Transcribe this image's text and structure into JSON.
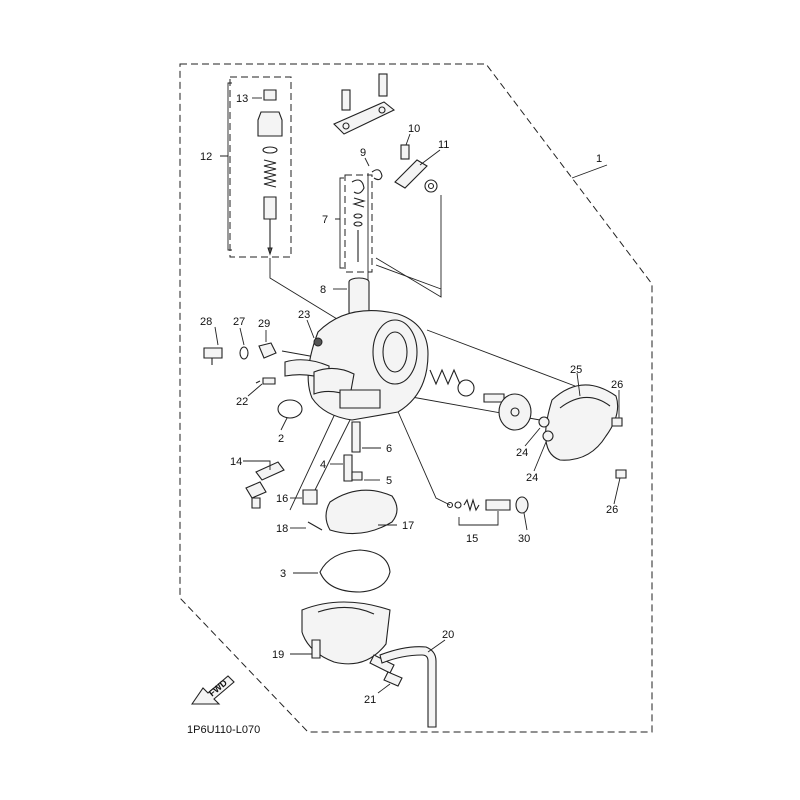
{
  "diagram_code": "1P6U110-L070",
  "fwd_label": "FWD",
  "callouts": [
    {
      "id": "c1",
      "label": "1"
    },
    {
      "id": "c2",
      "label": "2"
    },
    {
      "id": "c3",
      "label": "3"
    },
    {
      "id": "c4",
      "label": "4"
    },
    {
      "id": "c5",
      "label": "5"
    },
    {
      "id": "c6",
      "label": "6"
    },
    {
      "id": "c7",
      "label": "7"
    },
    {
      "id": "c8",
      "label": "8"
    },
    {
      "id": "c9",
      "label": "9"
    },
    {
      "id": "c10",
      "label": "10"
    },
    {
      "id": "c11",
      "label": "11"
    },
    {
      "id": "c12",
      "label": "12"
    },
    {
      "id": "c13",
      "label": "13"
    },
    {
      "id": "c14",
      "label": "14"
    },
    {
      "id": "c15",
      "label": "15"
    },
    {
      "id": "c16",
      "label": "16"
    },
    {
      "id": "c17",
      "label": "17"
    },
    {
      "id": "c18",
      "label": "18"
    },
    {
      "id": "c19",
      "label": "19"
    },
    {
      "id": "c20",
      "label": "20"
    },
    {
      "id": "c21",
      "label": "21"
    },
    {
      "id": "c22",
      "label": "22"
    },
    {
      "id": "c23",
      "label": "23"
    },
    {
      "id": "c24a",
      "label": "24"
    },
    {
      "id": "c24b",
      "label": "24"
    },
    {
      "id": "c25",
      "label": "25"
    },
    {
      "id": "c26a",
      "label": "26"
    },
    {
      "id": "c26b",
      "label": "26"
    },
    {
      "id": "c27",
      "label": "27"
    },
    {
      "id": "c28",
      "label": "28"
    },
    {
      "id": "c29",
      "label": "29"
    },
    {
      "id": "c30",
      "label": "30"
    }
  ]
}
